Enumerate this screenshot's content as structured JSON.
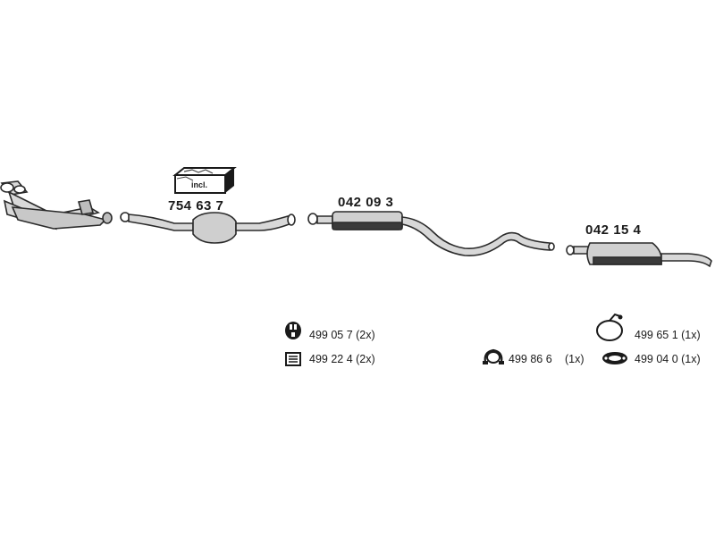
{
  "parts": {
    "cat_note": "incl.",
    "catalytic_converter": "754 63 7",
    "center_silencer": "042 09 3",
    "rear_silencer": "042 15 4"
  },
  "fittings": {
    "rubber_mount_a": "499 05 7 (2x)",
    "clamp_plate": "499 22 4 (2x)",
    "ring_mount": "499 86 6",
    "ring_mount_qty": "(1x)",
    "rubber_hanger": "499 65 1 (1x)",
    "gasket": "499 04 0 (1x)"
  },
  "colors": {
    "line": "#2a2a2a",
    "fill": "#dcdcdc",
    "dark": "#555555"
  }
}
